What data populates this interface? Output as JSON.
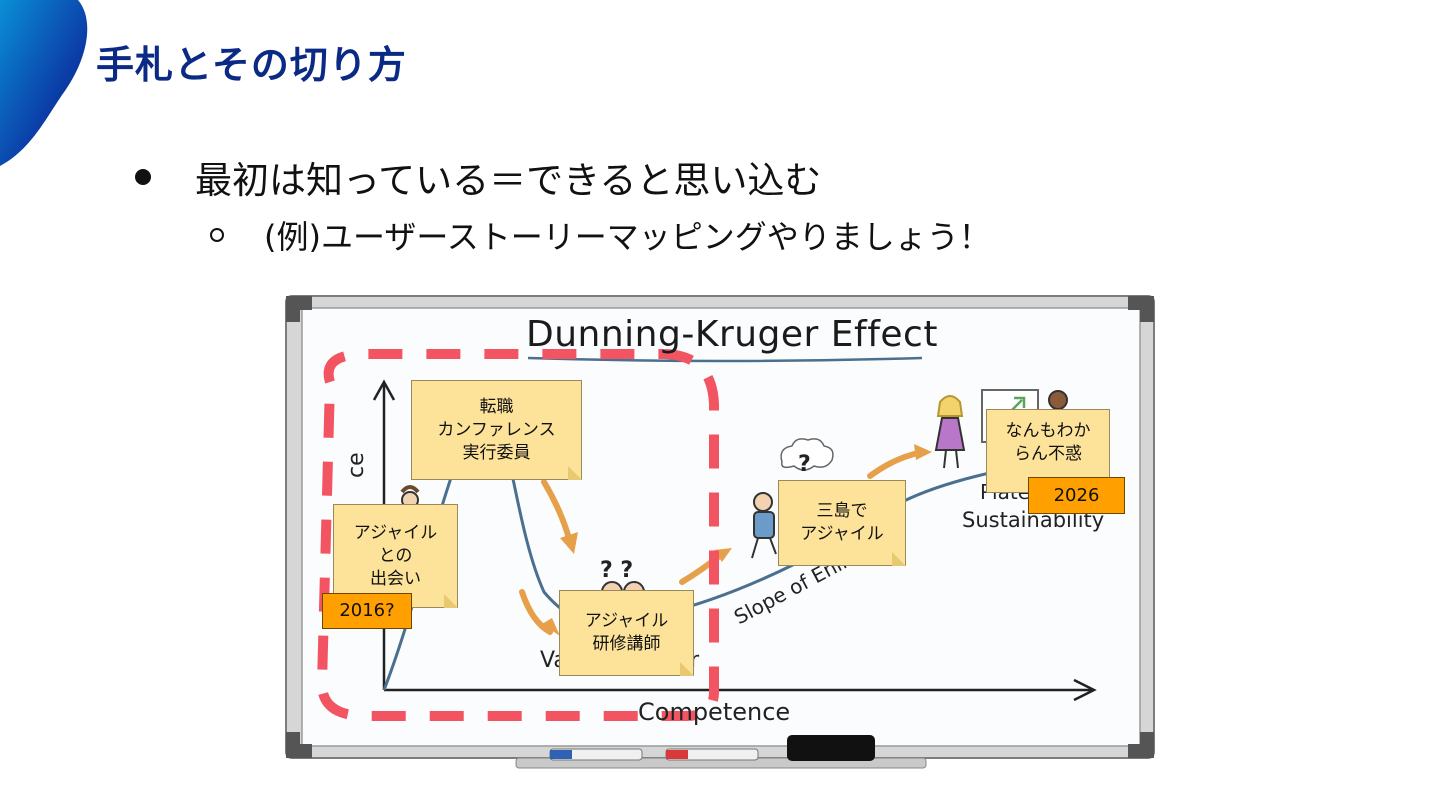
{
  "slide": {
    "title": "手札とその切り方",
    "bullet_main": "最初は知っている＝できると思い込む",
    "bullet_sub": "(例)ユーザーストーリーマッピングやりましょう！"
  },
  "whiteboard": {
    "title": "Dunning-Kruger Effect",
    "x_axis_label": "Competence",
    "y_axis_label_fragment": "ce",
    "valley_label": "Va",
    "valley_label_tail": "ir",
    "slope_label": "Slope of Enli",
    "plateau_fragment": "Plate",
    "plateau_label": "Sustainability",
    "question_marks": "? ?",
    "thought_mark": "?",
    "stickies": {
      "s1": "アジャイル\nとの\n出会い",
      "s2": "転職\nカンファレンス\n実行委員",
      "s3": "アジャイル\n研修講師",
      "s4": "三島で\nアジャイル",
      "s5": "なんもわか\nらん不惑"
    },
    "years": {
      "start": "2016?",
      "end": "2026"
    },
    "colors": {
      "dashed_highlight": "#f25461",
      "curve": "#4a6f8f",
      "arrows": "#e7a04a",
      "sticky": "#fde39a",
      "year_tag": "#ffa000"
    }
  }
}
